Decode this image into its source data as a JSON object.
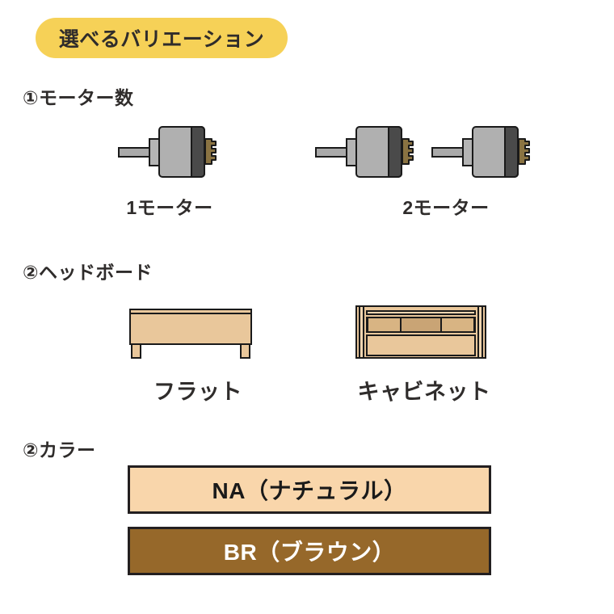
{
  "header": {
    "badge_label": "選べるバリエーション",
    "badge_color": "#f6d157",
    "badge_text_color": "#2f2c2b"
  },
  "sections": {
    "motor": {
      "heading": "①モーター数",
      "options": [
        {
          "label": "1モーター",
          "motor_count": 1
        },
        {
          "label": "2モーター",
          "motor_count": 2
        }
      ]
    },
    "headboard": {
      "heading": "②ヘッドボード",
      "options": [
        {
          "label": "フラット",
          "type": "flat"
        },
        {
          "label": "キャビネット",
          "type": "cabinet"
        }
      ]
    },
    "color": {
      "heading": "②カラー",
      "options": [
        {
          "label": "NA（ナチュラル）",
          "swatch_color": "#f9d6ab",
          "text_color": "#1a1a1a"
        },
        {
          "label": "BR（ブラウン）",
          "swatch_color": "#96682a",
          "text_color": "#ffffff"
        }
      ]
    }
  },
  "illustration_colors": {
    "motor_body": "#b0b0b0",
    "motor_cap": "#4a4a4a",
    "motor_shaft": "#a9a9a9",
    "motor_gear": "#8a7342",
    "wood_light": "#e9c79b",
    "wood_shade": "#c9a475",
    "outline": "#1a1a1a"
  }
}
